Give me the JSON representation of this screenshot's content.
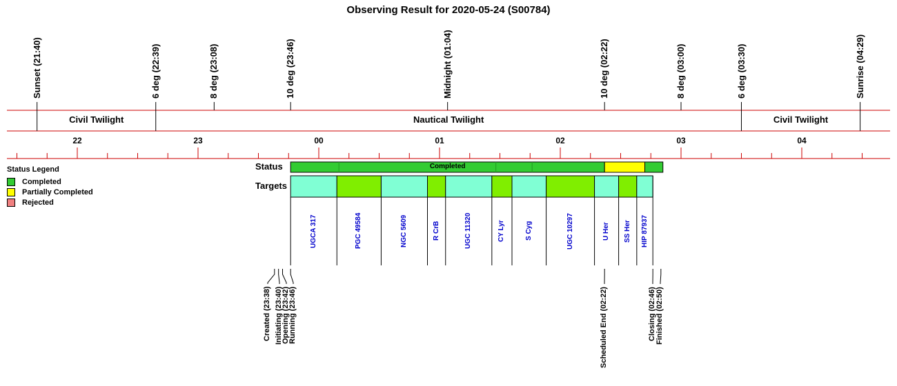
{
  "title": "Observing Result for 2020-05-24 (S00784)",
  "top_events": [
    {
      "label": "Sunset (21:40)",
      "time": "21:40"
    },
    {
      "label": "6 deg (22:39)",
      "time": "22:39"
    },
    {
      "label": "8 deg (23:08)",
      "time": "23:08"
    },
    {
      "label": "10 deg (23:46)",
      "time": "23:46"
    },
    {
      "label": "Midnight (01:04)",
      "time": "01:04"
    },
    {
      "label": "10 deg (02:22)",
      "time": "02:22"
    },
    {
      "label": "8 deg (03:00)",
      "time": "03:00"
    },
    {
      "label": "6 deg (03:30)",
      "time": "03:30"
    },
    {
      "label": "Sunrise (04:29)",
      "time": "04:29"
    }
  ],
  "bands": [
    {
      "label": "Civil Twilight",
      "start": "21:40",
      "end": "22:39"
    },
    {
      "label": "Nautical Twilight",
      "start": "22:39",
      "end": "03:30"
    },
    {
      "label": "Civil Twilight",
      "start": "03:30",
      "end": "04:29"
    }
  ],
  "hours": [
    "22",
    "23",
    "00",
    "01",
    "02",
    "03",
    "04"
  ],
  "legend": {
    "title": "Status Legend",
    "items": [
      {
        "label": "Completed",
        "color": "#33cc33"
      },
      {
        "label": "Partially Completed",
        "color": "#ffff00"
      },
      {
        "label": "Rejected",
        "color": "#f08080"
      }
    ]
  },
  "rows": {
    "status": "Status",
    "targets": "Targets"
  },
  "status_segments": [
    {
      "start": "23:46",
      "end": "02:22",
      "status": "completed",
      "label": "Completed"
    },
    {
      "start": "02:22",
      "end": "02:42",
      "status": "partial",
      "label": ""
    },
    {
      "start": "02:42",
      "end": "02:51",
      "status": "completed",
      "label": ""
    }
  ],
  "status_dividers": [
    "00:10",
    "01:28",
    "01:46"
  ],
  "targets": [
    {
      "name": "UGCA 317",
      "start": "23:46",
      "end": "00:09",
      "color": "#80ffd4"
    },
    {
      "name": "PGC 49584",
      "start": "00:09",
      "end": "00:31",
      "color": "#80ee00"
    },
    {
      "name": "NGC 5609",
      "start": "00:31",
      "end": "00:54",
      "color": "#80ffd4"
    },
    {
      "name": "R CrB",
      "start": "00:54",
      "end": "01:03",
      "color": "#80ee00"
    },
    {
      "name": "UGC 11320",
      "start": "01:03",
      "end": "01:26",
      "color": "#80ffd4"
    },
    {
      "name": "CY Lyr",
      "start": "01:26",
      "end": "01:36",
      "color": "#80ee00"
    },
    {
      "name": "S Cyg",
      "start": "01:36",
      "end": "01:53",
      "color": "#80ffd4"
    },
    {
      "name": "UGC 10297",
      "start": "01:53",
      "end": "02:17",
      "color": "#80ee00"
    },
    {
      "name": "U Her",
      "start": "02:17",
      "end": "02:29",
      "color": "#80ffd4"
    },
    {
      "name": "SS Her",
      "start": "02:29",
      "end": "02:38",
      "color": "#80ee00"
    },
    {
      "name": "HIP 87937",
      "start": "02:38",
      "end": "02:46",
      "color": "#80ffd4"
    }
  ],
  "bottom_events": [
    {
      "label": "Created (23:38)",
      "time": "23:38"
    },
    {
      "label": "Initiating (23:40)",
      "time": "23:40"
    },
    {
      "label": "Opening (23:42)",
      "time": "23:42"
    },
    {
      "label": "Running (23:46)",
      "time": "23:46"
    },
    {
      "label": "Scheduled End (02:22)",
      "time": "02:22"
    },
    {
      "label": "Closing (02:46)",
      "time": "02:46"
    },
    {
      "label": "Finished (02:50)",
      "time": "02:50"
    }
  ],
  "colors": {
    "axis_line": "#cc0000",
    "target_text": "#0000cc",
    "completed": "#33cc33",
    "partial": "#ffff00",
    "rejected": "#f08080"
  }
}
